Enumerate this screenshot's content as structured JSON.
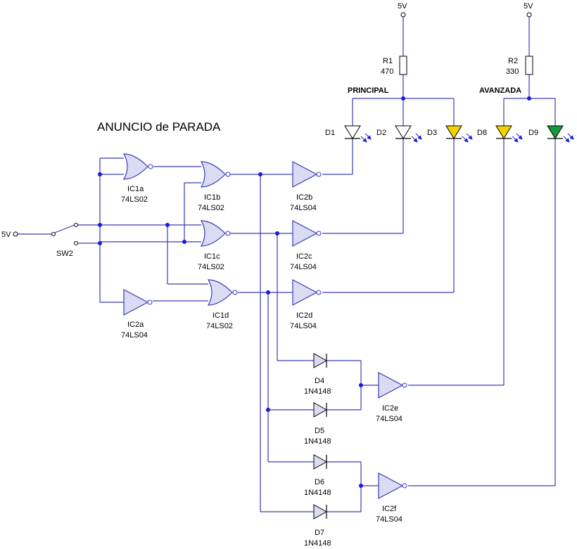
{
  "title": "ANUNCIO de PARADA",
  "supply": {
    "left": "5V",
    "r1": "5V",
    "r2": "5V"
  },
  "switch": "SW2",
  "resistors": [
    {
      "ref": "R1",
      "value": "470"
    },
    {
      "ref": "R2",
      "value": "330"
    }
  ],
  "groups": {
    "principal": "PRINCIPAL",
    "avanzada": "AVANZADA"
  },
  "leds": {
    "d1": "D1",
    "d2": "D2",
    "d3": "D3",
    "d8": "D8",
    "d9": "D9",
    "d1_color": "#ffffff",
    "d2_color": "#ffffff",
    "d3_color": "#f2d200",
    "d8_color": "#f2d200",
    "d9_color": "#129a3c"
  },
  "gates": {
    "ic1a": {
      "ref": "IC1a",
      "part": "74LS02"
    },
    "ic1b": {
      "ref": "IC1b",
      "part": "74LS02"
    },
    "ic1c": {
      "ref": "IC1c",
      "part": "74LS02"
    },
    "ic1d": {
      "ref": "IC1d",
      "part": "74LS02"
    },
    "ic2a": {
      "ref": "IC2a",
      "part": "74LS04"
    },
    "ic2b": {
      "ref": "IC2b",
      "part": "74LS04"
    },
    "ic2c": {
      "ref": "IC2c",
      "part": "74LS04"
    },
    "ic2d": {
      "ref": "IC2d",
      "part": "74LS04"
    },
    "ic2e": {
      "ref": "IC2e",
      "part": "74LS04"
    },
    "ic2f": {
      "ref": "IC2f",
      "part": "74LS04"
    }
  },
  "diodes": {
    "d4": {
      "ref": "D4",
      "part": "1N4148"
    },
    "d5": {
      "ref": "D5",
      "part": "1N4148"
    },
    "d6": {
      "ref": "D6",
      "part": "1N4148"
    },
    "d7": {
      "ref": "D7",
      "part": "1N4148"
    }
  },
  "colors": {
    "wire": "#3a3ab8",
    "gate_fill": "#d9dcf2",
    "node": "#1a1ad8"
  }
}
